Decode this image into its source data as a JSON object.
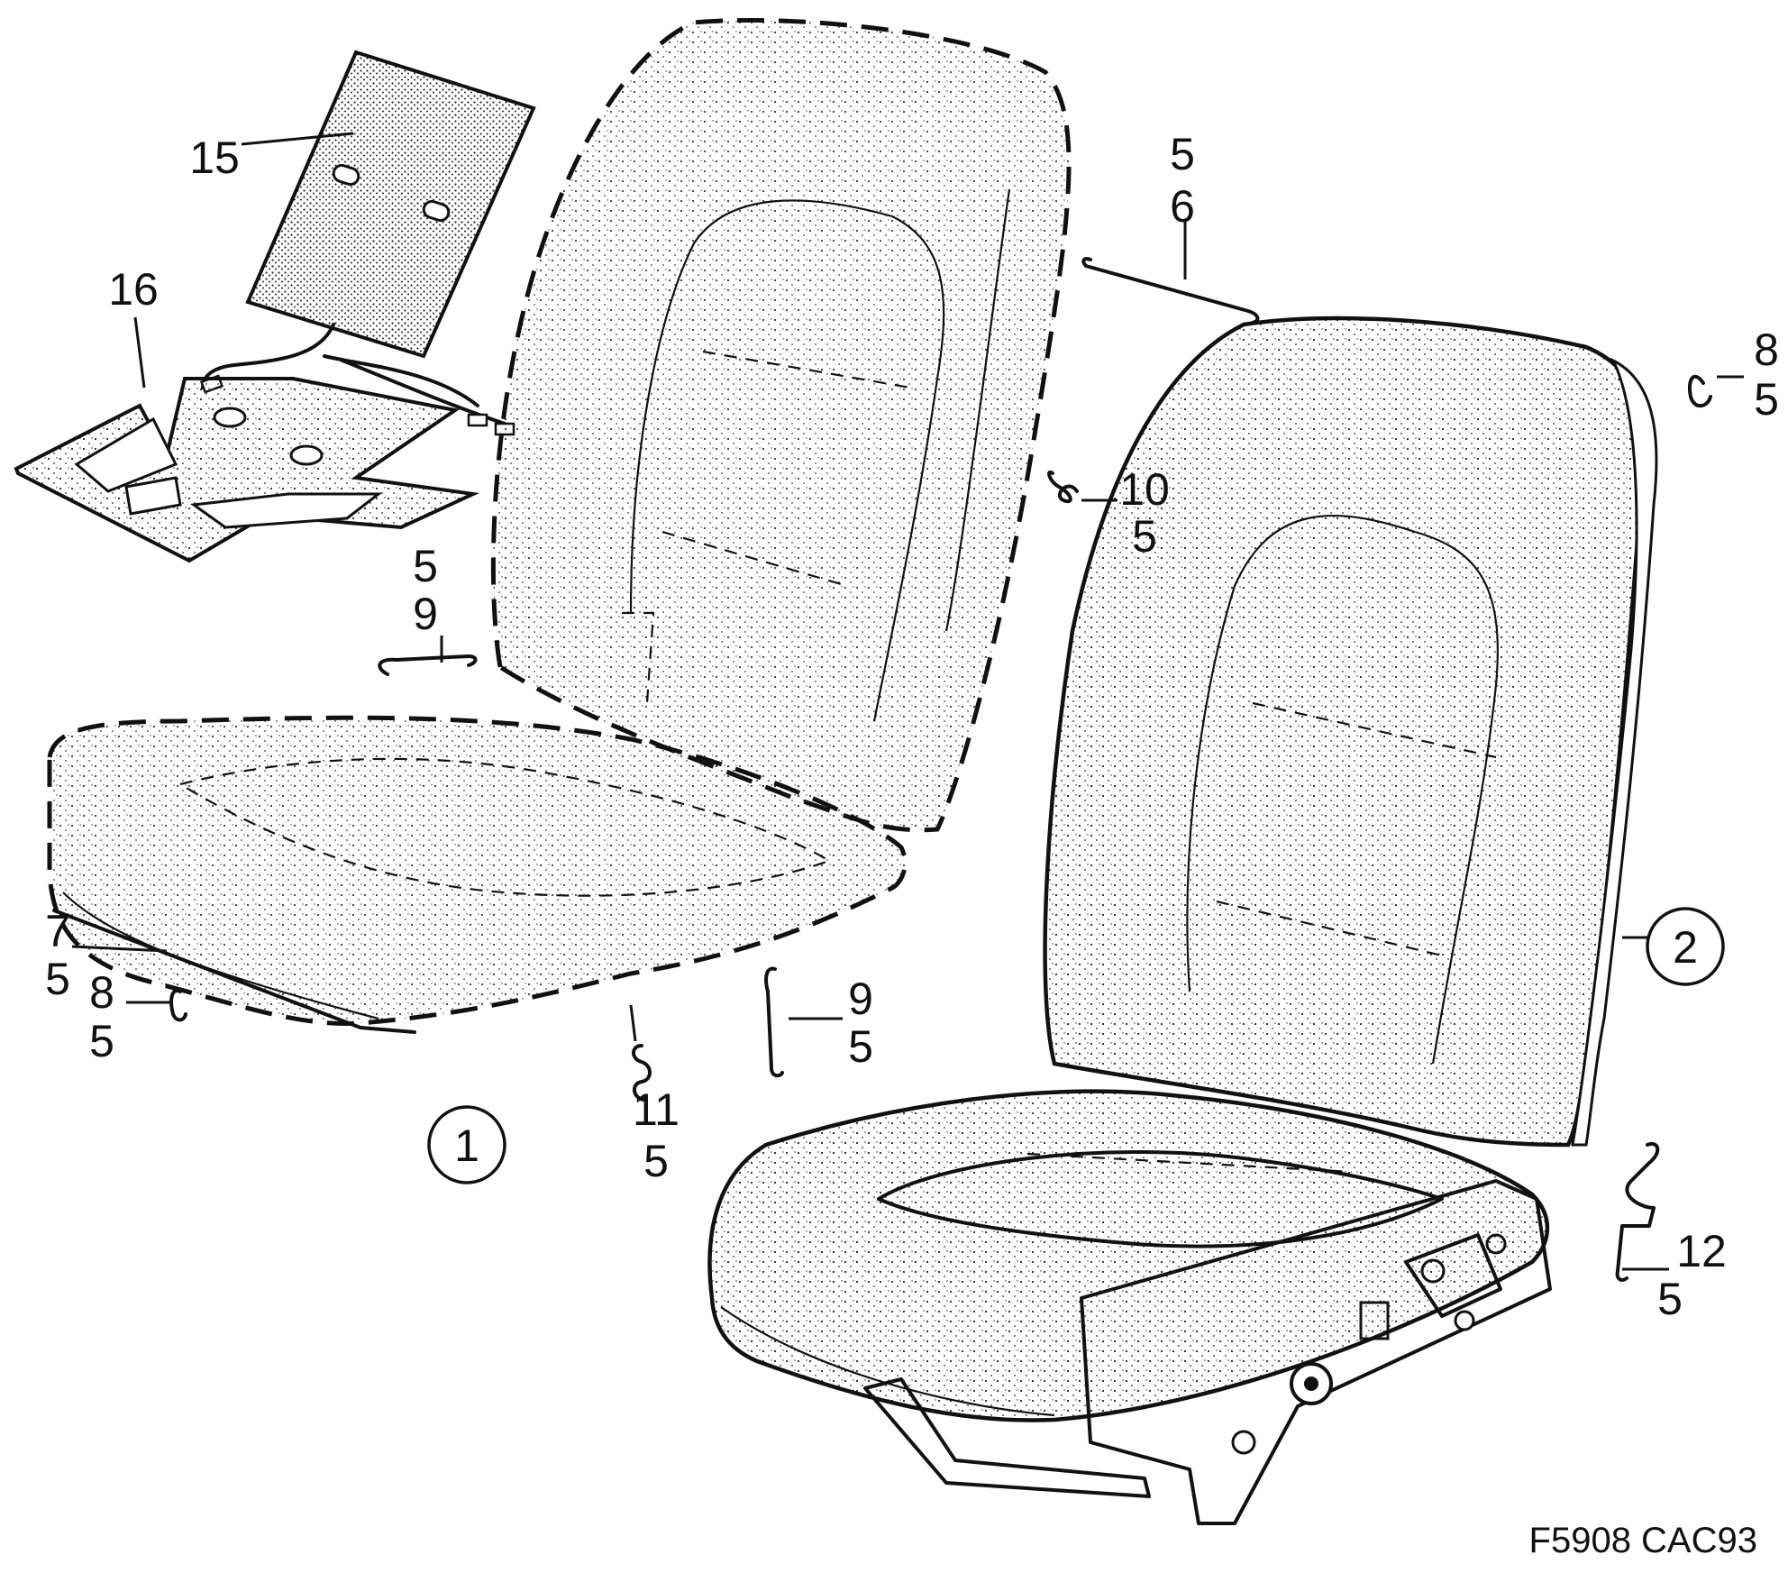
{
  "diagram": {
    "figure_code": "F5908 CAC93",
    "callouts": [
      {
        "id": "c1",
        "text": "1"
      },
      {
        "id": "c2",
        "text": "2"
      }
    ],
    "part_labels": {
      "p15": "15",
      "p16": "16",
      "p5_6_a": "5",
      "p5_6_b": "6",
      "p8_5_right_a": "8",
      "p8_5_right_b": "5",
      "p10_5_a": "10",
      "p10_5_b": "5",
      "p5_9_a": "5",
      "p5_9_b": "9",
      "p7_5_a": "7",
      "p7_5_b": "5",
      "p8_5_left_a": "8",
      "p8_5_left_b": "5",
      "p9_5_a": "9",
      "p9_5_b": "5",
      "p11_5_a": "11",
      "p11_5_b": "5",
      "p12_5_a": "12",
      "p12_5_b": "5"
    }
  }
}
